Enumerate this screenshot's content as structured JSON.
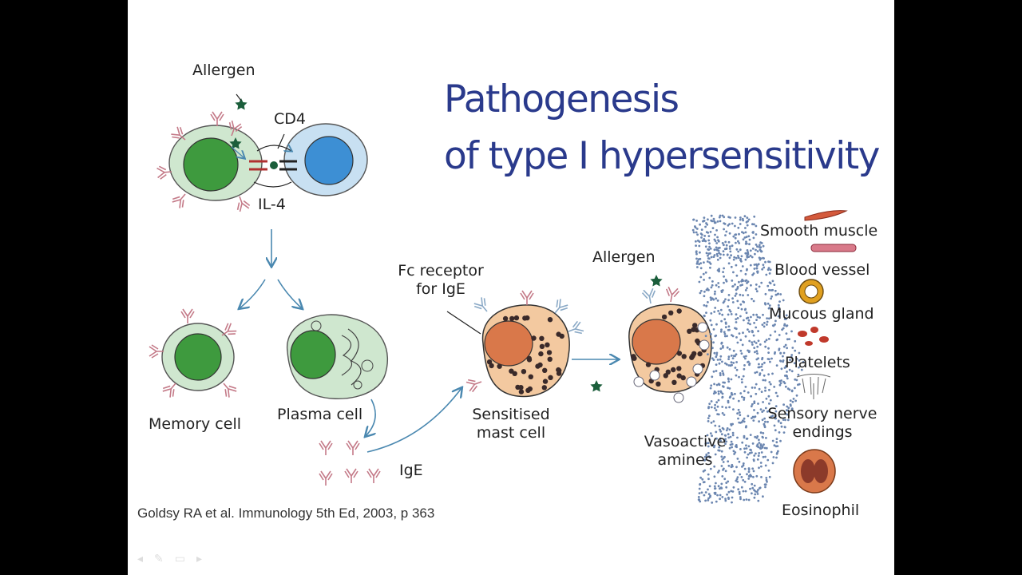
{
  "slide": {
    "title_line1": "Pathogenesis",
    "title_line2": "of type I hypersensitivity",
    "citation": "Goldsy RA et al.  Immunology 5th Ed, 2003, p 363"
  },
  "labels": {
    "allergen_top": "Allergen",
    "cd4": "CD4",
    "il4": "IL-4",
    "memory_cell": "Memory cell",
    "plasma_cell": "Plasma cell",
    "ige": "IgE",
    "fc_receptor_line1": "Fc receptor",
    "fc_receptor_line2": "for IgE",
    "sensitised_line1": "Sensitised",
    "sensitised_line2": "mast cell",
    "allergen_right": "Allergen",
    "vasoactive_line1": "Vasoactive",
    "vasoactive_line2": "amines"
  },
  "targets": [
    {
      "label": "Smooth muscle",
      "icon": "smooth-muscle-icon"
    },
    {
      "label": "Blood vessel",
      "icon": "blood-vessel-icon"
    },
    {
      "label": "Mucous gland",
      "icon": "mucous-gland-icon"
    },
    {
      "label": "Platelets",
      "icon": "platelets-icon"
    },
    {
      "label": "Sensory nerve",
      "label2": "endings",
      "icon": "sensory-nerve-icon"
    },
    {
      "label": "Eosinophil",
      "icon": "eosinophil-icon"
    }
  ],
  "colors": {
    "title": "#2a3a8c",
    "b_cell_nucleus": "#3e9a3e",
    "b_cell_cytoplasm": "#cfe7cf",
    "t_cell_nucleus": "#3d8fd4",
    "t_cell_cytoplasm": "#c8e0f2",
    "mast_cell": "#f3c9a0",
    "mast_nucleus": "#d9784a",
    "allergen": "#1b5e3b",
    "arrow": "#4a88b0",
    "amine_dots": "#6b86b0"
  },
  "toolbar": [
    {
      "name": "prev-slide-icon",
      "glyph": "◂"
    },
    {
      "name": "pen-icon",
      "glyph": "✎"
    },
    {
      "name": "menu-icon",
      "glyph": "▭"
    },
    {
      "name": "next-slide-icon",
      "glyph": "▸"
    }
  ]
}
